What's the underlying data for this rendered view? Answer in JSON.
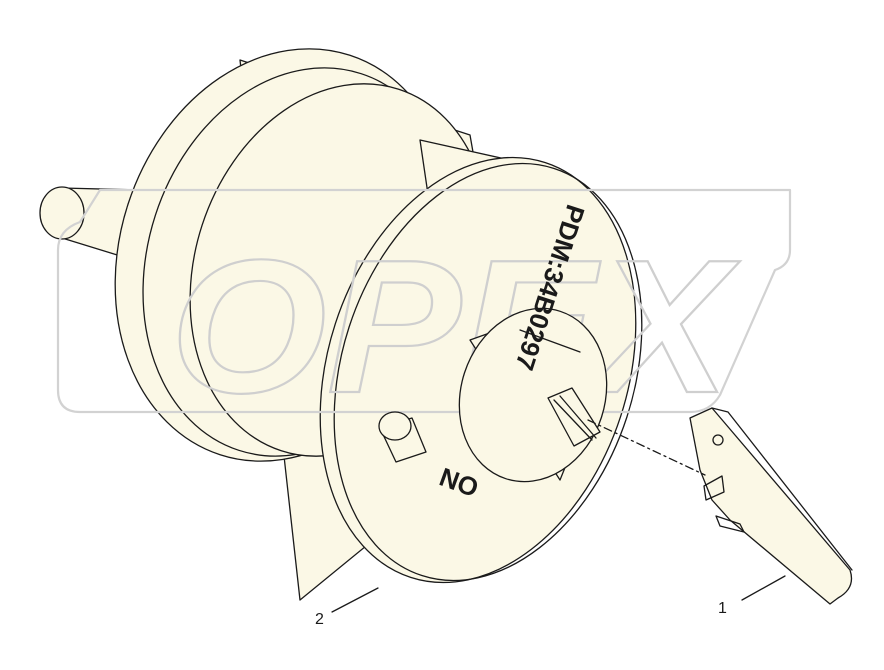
{
  "diagram": {
    "watermark": "OPEX",
    "part_number_text": "PDM:34B0297",
    "switch_text": "ON",
    "callouts": [
      {
        "label": "1",
        "refers_to": "key"
      },
      {
        "label": "2",
        "refers_to": "lock-cylinder"
      }
    ]
  }
}
